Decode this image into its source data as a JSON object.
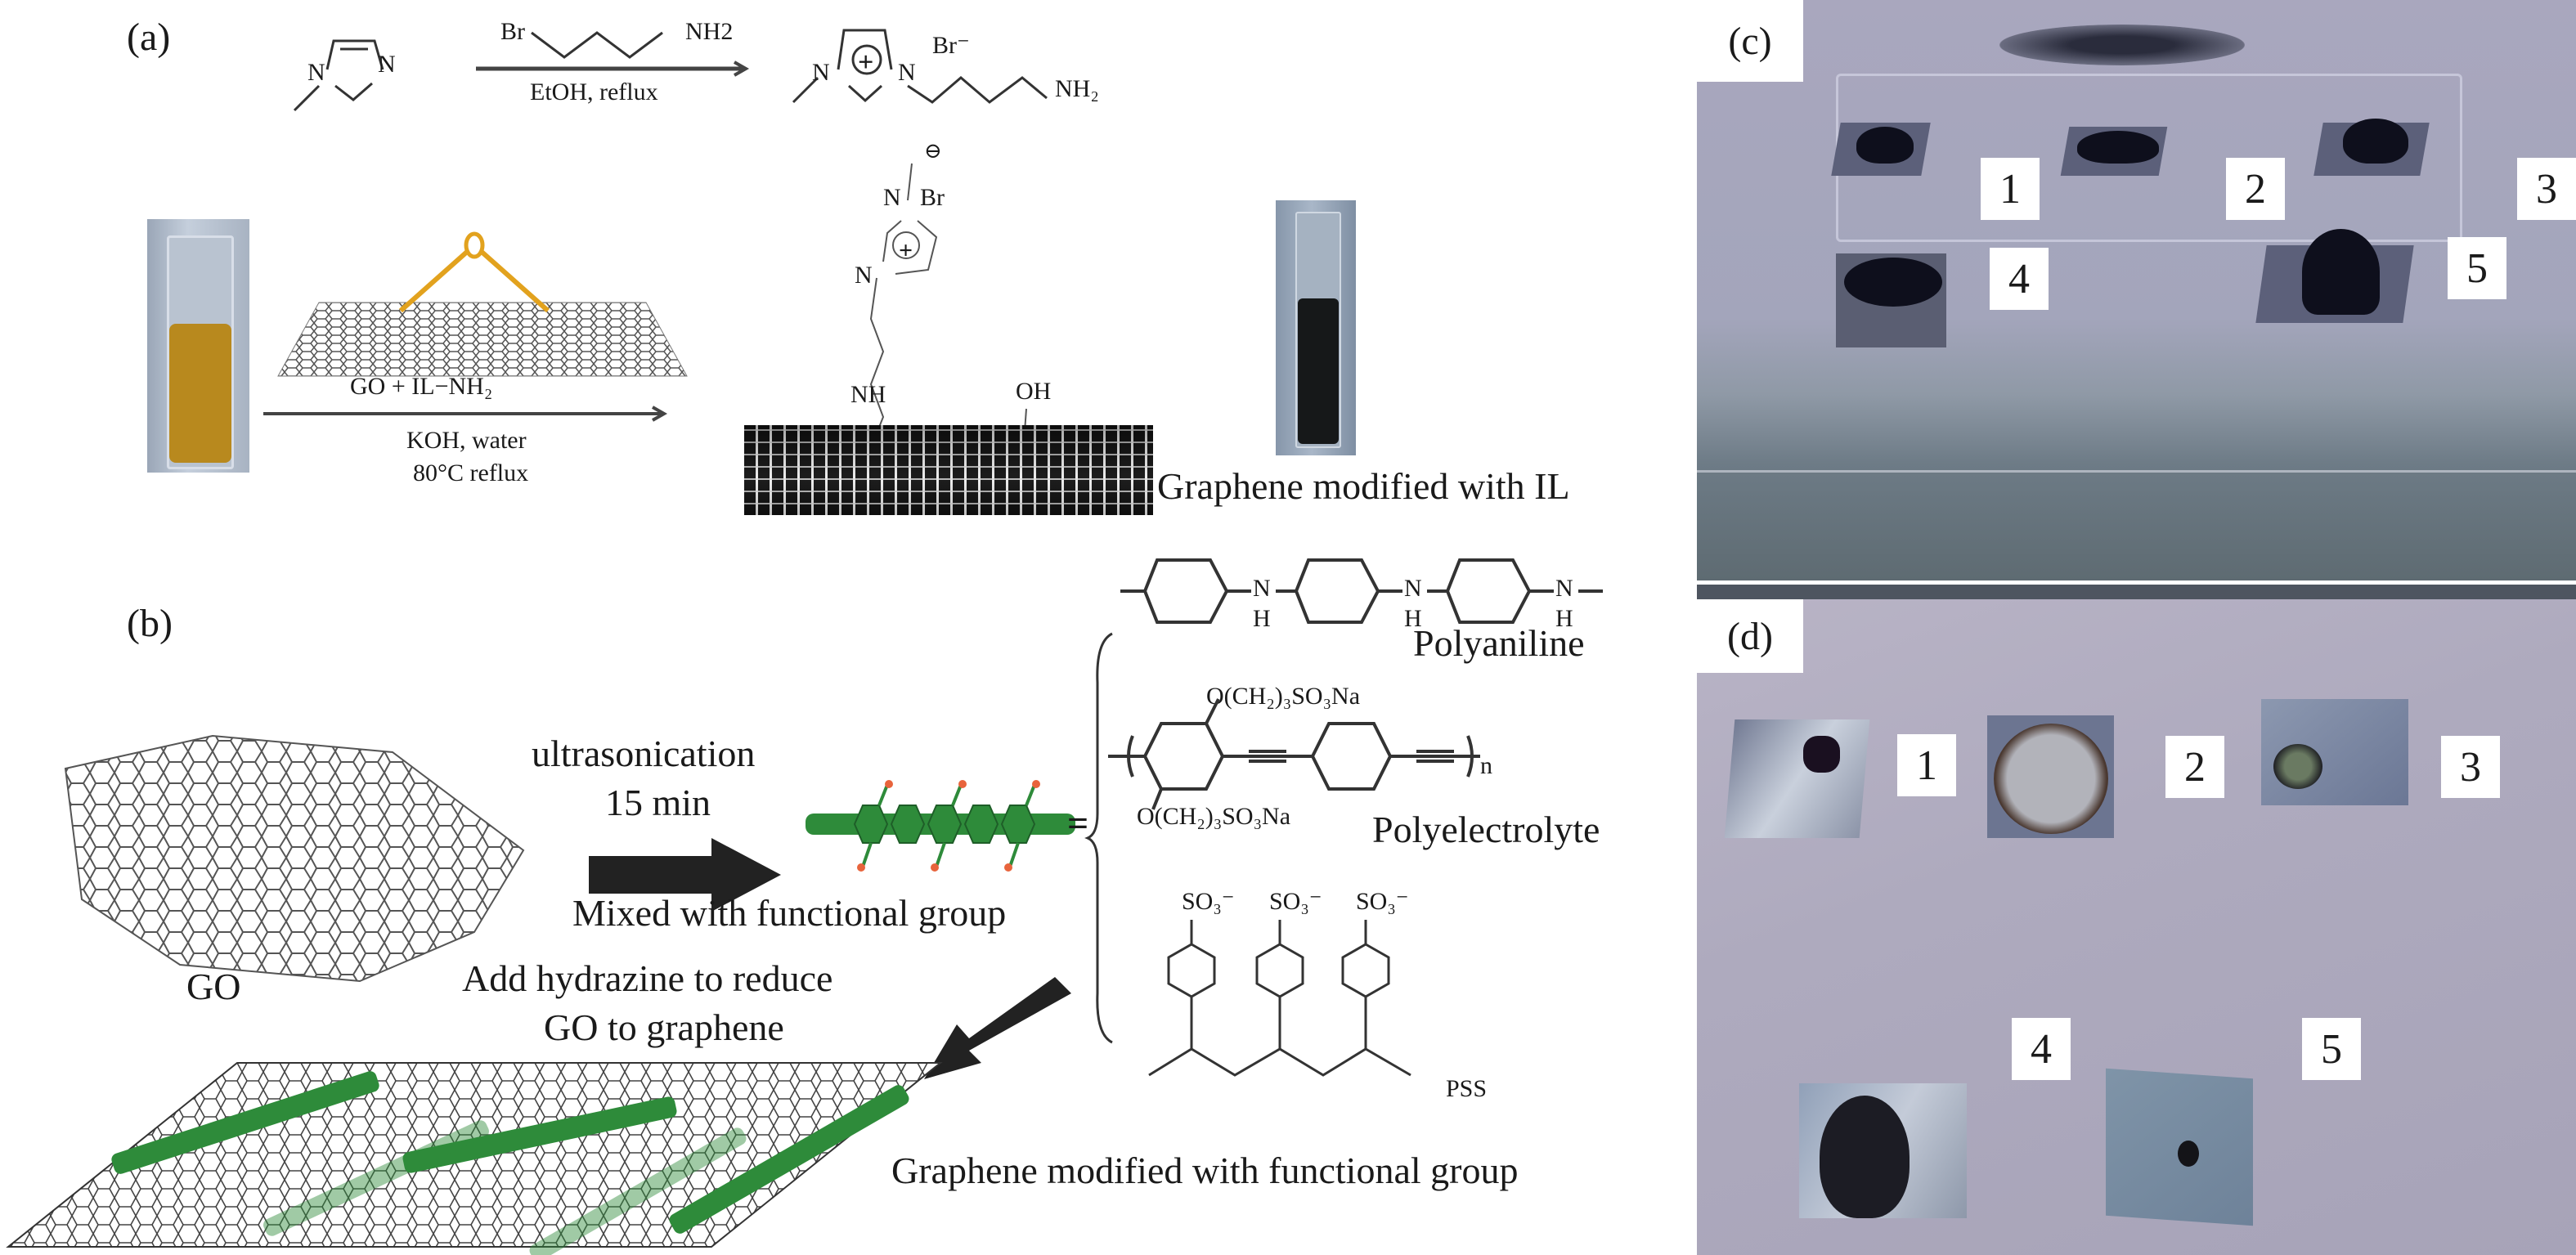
{
  "panels": {
    "a": {
      "label": "(a)",
      "reaction1": {
        "reagent": "Br",
        "reagent_group": "NH2",
        "conditions": "EtOH,  reflux",
        "reactant_atoms": [
          "N",
          "N"
        ],
        "product_atoms": [
          "N",
          "N"
        ],
        "product_anion": "Br⁻",
        "product_group": "NH₂",
        "charge": "+"
      },
      "reaction2": {
        "reactants": "GO    +    IL−NH₂",
        "conditions_line1": "KOH, water",
        "conditions_line2": "80°C reflux",
        "oxygen_label": "O",
        "product_atoms": [
          "N",
          "N"
        ],
        "product_anion": "Br",
        "anion_charge": "⊖",
        "cation_charge": "+",
        "amine_label": "NH",
        "hydroxyl_label": "OH",
        "caption": "Graphene modified with IL"
      },
      "cuvette_before_color": "#b8891e",
      "cuvette_after_color": "#161819"
    },
    "b": {
      "label": "(b)",
      "go_label": "GO",
      "step1_line1": "ultrasonication",
      "step1_line2": "15 min",
      "step1_caption": "Mixed with functional group",
      "step2_line1": "Add hydrazine to reduce",
      "step2_line2": "GO to graphene",
      "equals": "=",
      "polyaniline": {
        "name": "Polyaniline",
        "atoms": [
          "N",
          "N",
          "N"
        ],
        "h": [
          "H",
          "H",
          "H"
        ]
      },
      "polyelectrolyte": {
        "name": "Polyelectrolyte",
        "substituent_top": "O(CH₂)₃SO₃Na",
        "substituent_bottom": "O(CH₂)₃SO₃Na",
        "repeat": "n"
      },
      "pss": {
        "name": "PSS",
        "groups": [
          "SO₃⁻",
          "SO₃⁻",
          "SO₃⁻"
        ]
      },
      "caption": "Graphene modified with functional group",
      "functional_color": "#2e8b3a"
    },
    "c": {
      "label": "(c)",
      "samples": [
        "1",
        "2",
        "3",
        "4",
        "5"
      ]
    },
    "d": {
      "label": "(d)",
      "samples": [
        "1",
        "2",
        "3",
        "4",
        "5"
      ]
    }
  }
}
